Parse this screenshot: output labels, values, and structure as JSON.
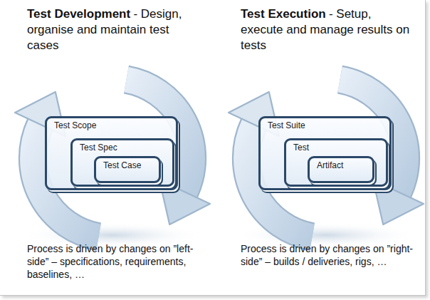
{
  "diagram": {
    "nodes": [
      {
        "text": [
          "Test Scope"
        ]
      },
      {
        "text": [
          "Test Spec"
        ],
        "in": 0
      },
      {
        "text": [
          "Test Case"
        ],
        "in": 1
      },
      {
        "text": [
          "Test Suite"
        ]
      },
      {
        "text": [
          "Test"
        ],
        "in": 3
      },
      {
        "text": [
          "Artifact"
        ],
        "in": 4
      }
    ],
    "labels": [
      "Test Development",
      "- Design, organise and maintain test cases",
      "Process is driven by changes on ”left-side” – specifications, requirements, baselines, …",
      "Test Execution",
      "- Setup, execute and manage results on tests",
      "Process is driven by changes on ”right-side” – builds / deliveries, rigs, …"
    ]
  }
}
